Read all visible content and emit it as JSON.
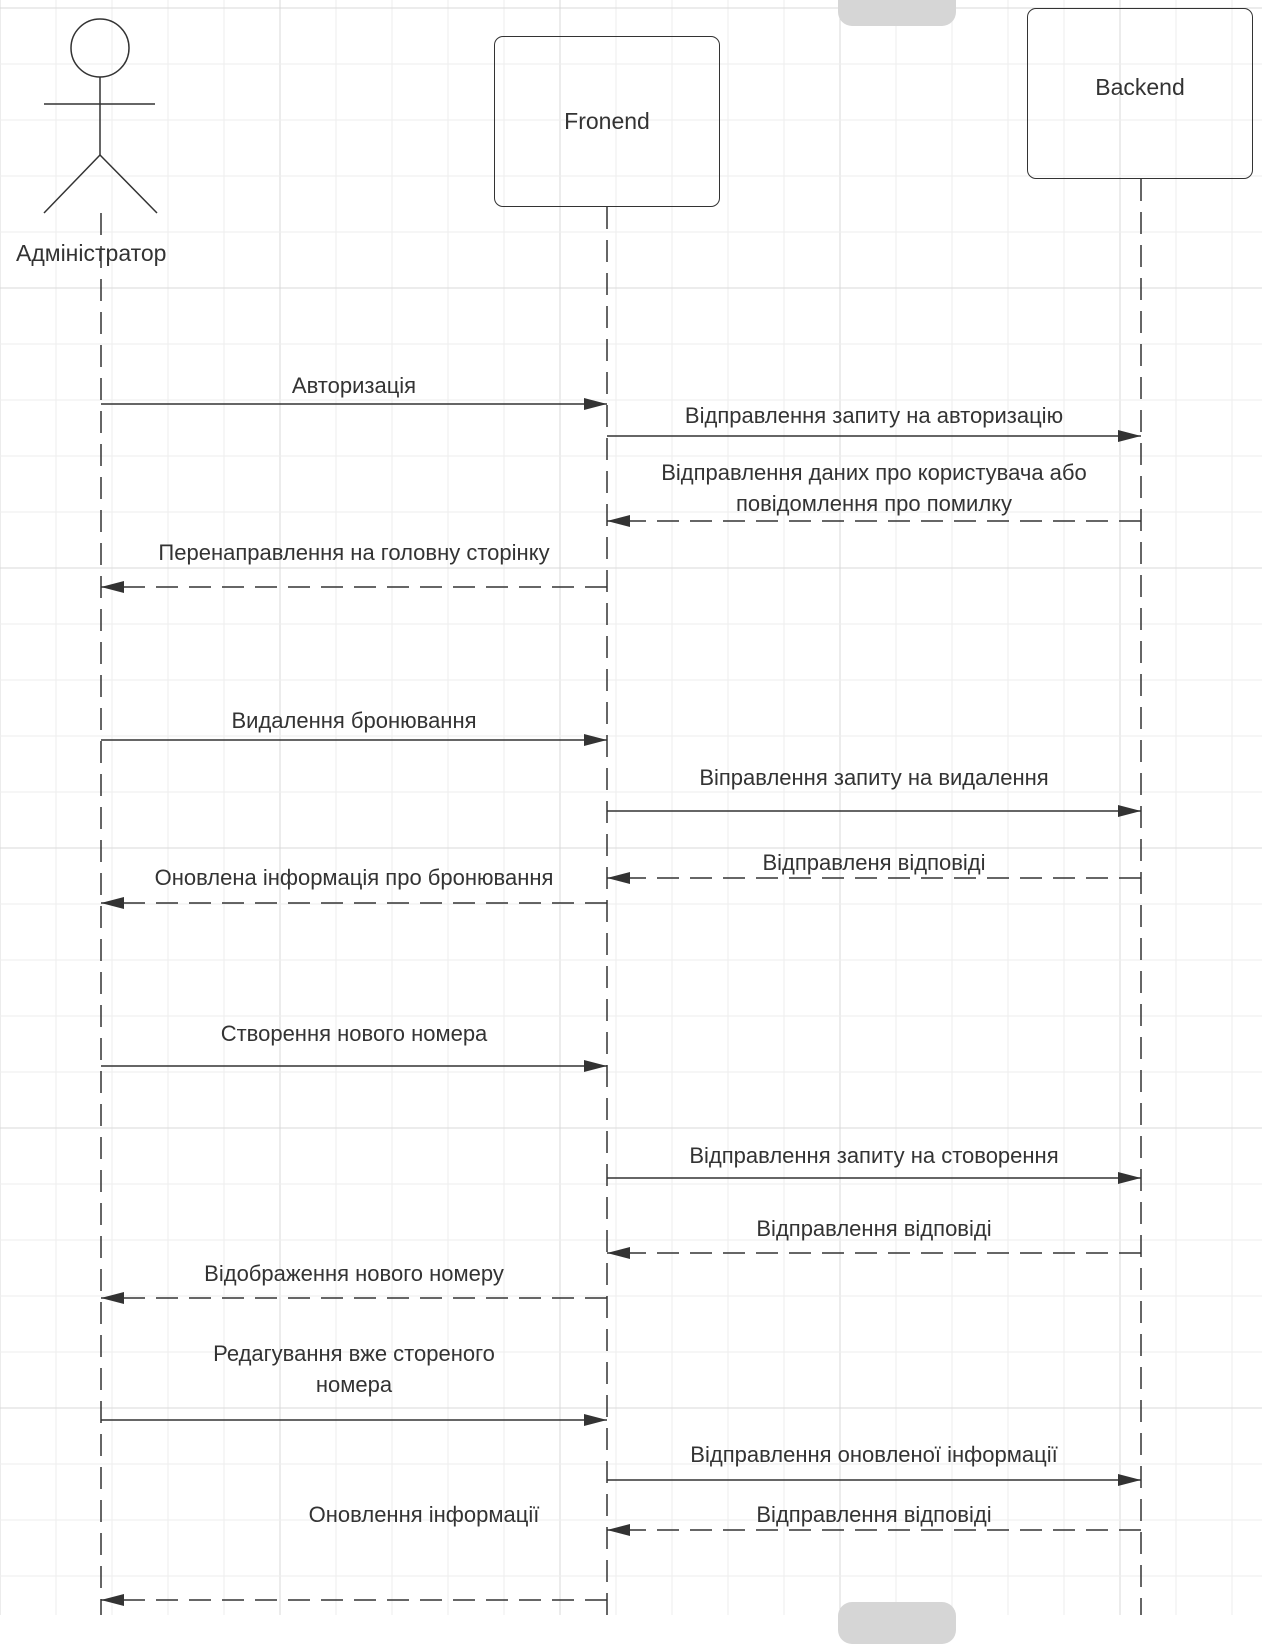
{
  "participants": {
    "actor": "Адміністратор",
    "frontend": "Fronend",
    "backend": "Backend"
  },
  "messages": [
    {
      "id": "m1",
      "from": "actor",
      "to": "frontend",
      "style": "solid",
      "label": [
        "Авторизація"
      ]
    },
    {
      "id": "m2",
      "from": "frontend",
      "to": "backend",
      "style": "solid",
      "label": [
        "Відправлення запиту на авторизацію"
      ]
    },
    {
      "id": "m3",
      "from": "backend",
      "to": "frontend",
      "style": "dashed",
      "label": [
        "Відправлення даних про користувача або",
        "повідомлення про помилку"
      ]
    },
    {
      "id": "m4",
      "from": "frontend",
      "to": "actor",
      "style": "dashed",
      "label": [
        "Перенаправлення на головну сторінку"
      ]
    },
    {
      "id": "m5",
      "from": "actor",
      "to": "frontend",
      "style": "solid",
      "label": [
        "Видалення бронювання"
      ]
    },
    {
      "id": "m6",
      "from": "frontend",
      "to": "backend",
      "style": "solid",
      "label": [
        "Віправлення запиту на видалення"
      ]
    },
    {
      "id": "m7",
      "from": "backend",
      "to": "frontend",
      "style": "dashed",
      "label": [
        "Відправленя відповіді"
      ]
    },
    {
      "id": "m8",
      "from": "frontend",
      "to": "actor",
      "style": "dashed",
      "label": [
        "Оновлена інформація про бронювання"
      ]
    },
    {
      "id": "m9",
      "from": "actor",
      "to": "frontend",
      "style": "solid",
      "label": [
        "Створення нового номера"
      ]
    },
    {
      "id": "m10",
      "from": "frontend",
      "to": "backend",
      "style": "solid",
      "label": [
        "Відправлення запиту на стоворення"
      ]
    },
    {
      "id": "m11",
      "from": "backend",
      "to": "frontend",
      "style": "dashed",
      "label": [
        "Відправлення відповіді"
      ]
    },
    {
      "id": "m12",
      "from": "frontend",
      "to": "actor",
      "style": "dashed",
      "label": [
        "Відображення нового номеру"
      ]
    },
    {
      "id": "m13",
      "from": "actor",
      "to": "frontend",
      "style": "solid",
      "label": [
        "Редагування вже стореного",
        "номера"
      ]
    },
    {
      "id": "m14",
      "from": "frontend",
      "to": "backend",
      "style": "solid",
      "label": [
        "Відправлення оновленої інформації"
      ]
    },
    {
      "id": "m15",
      "from": "backend",
      "to": "frontend",
      "style": "dashed",
      "label": [
        "Відправлення відповіді"
      ]
    },
    {
      "id": "m16",
      "from": "frontend",
      "to": "actor",
      "style": "dashed",
      "label": [
        "Оновлення інформації"
      ]
    }
  ],
  "colors": {
    "line": "#333333",
    "grid_major": "#d9d9d9",
    "grid_minor": "#eeeeee",
    "background": "#ffffff"
  }
}
